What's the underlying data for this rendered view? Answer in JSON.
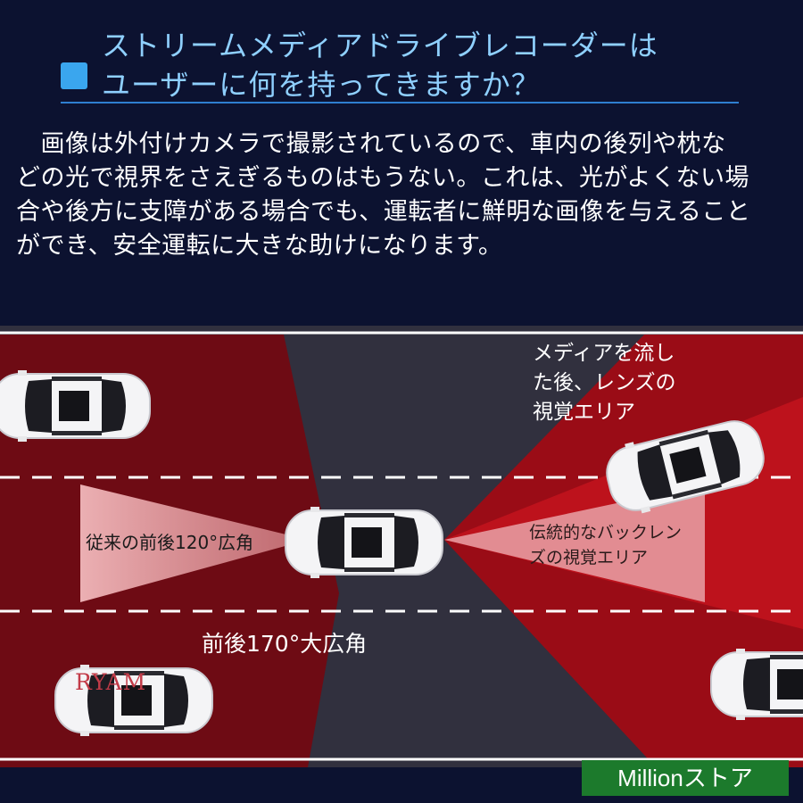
{
  "header": {
    "title_line1": "ストリームメディアドライブレコーダーは",
    "title_line2": "ユーザーに何を持ってきますか？",
    "accent_color": "#3aa6ee",
    "title_color": "#8fd0ff",
    "bullet_icon": "square-bullet-icon"
  },
  "body": {
    "lines": [
      "　画像は外付けカメラで撮影されているので、車内の後列や枕な",
      "どの光で視界をさえぎるものはもうない。これは、光がよくない場",
      "合や後方に支障がある場合でも、運転者に鮮明な画像を与えること",
      "ができ、安全運転に大きな助けになります。"
    ]
  },
  "diagram": {
    "front_area_label": [
      "メディアを流し",
      "た後、レンズの",
      "視覚エリア"
    ],
    "rear_120_label": "従来の前後120°広角",
    "traditional_back_label": [
      "伝統的なバックレン",
      "ズの視覚エリア"
    ],
    "wide_170_label": "前後170°大広角",
    "colors": {
      "road": "#31303e",
      "wide_area_red": "#8a0c14",
      "bright_red": "#b0101a",
      "pink_cone": "#e8a0a4"
    },
    "car_icon": "car-top-view-icon"
  },
  "watermark": "RYAM",
  "store_badge": "Millionストア"
}
